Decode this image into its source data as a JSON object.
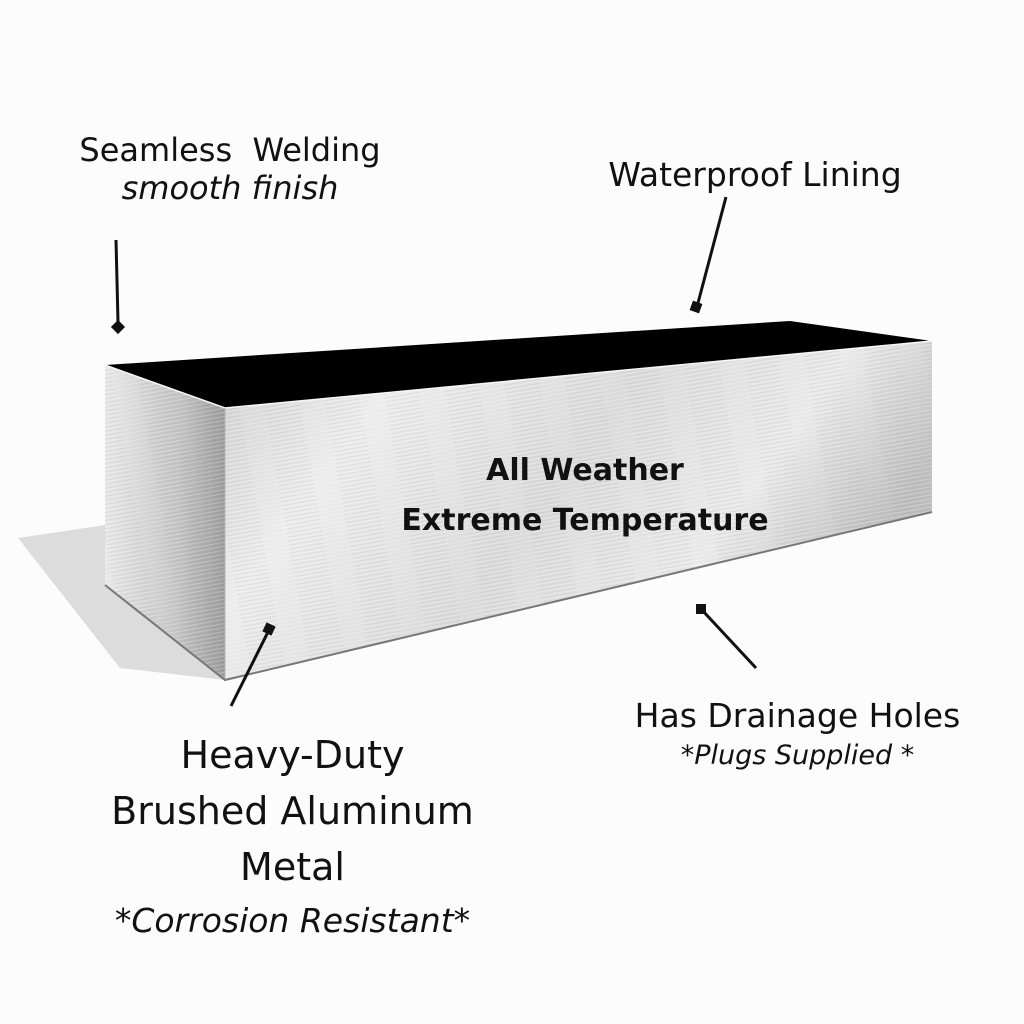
{
  "labels": {
    "welding": {
      "title": "Seamless  Welding",
      "subtitle": "smooth finish"
    },
    "lining": {
      "title": "Waterproof Lining"
    },
    "drainage": {
      "title": "Has Drainage Holes",
      "subtitle": "*Plugs Supplied *"
    },
    "material": {
      "line1": "Heavy-Duty",
      "line2": "Brushed Aluminum",
      "line3": "Metal",
      "subtitle": "*Corrosion Resistant*"
    },
    "weather": {
      "line1": "All Weather",
      "line2": "Extreme Temperature"
    }
  },
  "colors": {
    "background": "#fcfcfc",
    "interior": "#000000",
    "metal_light": "#f1f1f1",
    "metal_mid": "#d6d6d6",
    "metal_dark": "#9d9d9d",
    "shadow": "#dcdcdc",
    "text": "#111111"
  }
}
